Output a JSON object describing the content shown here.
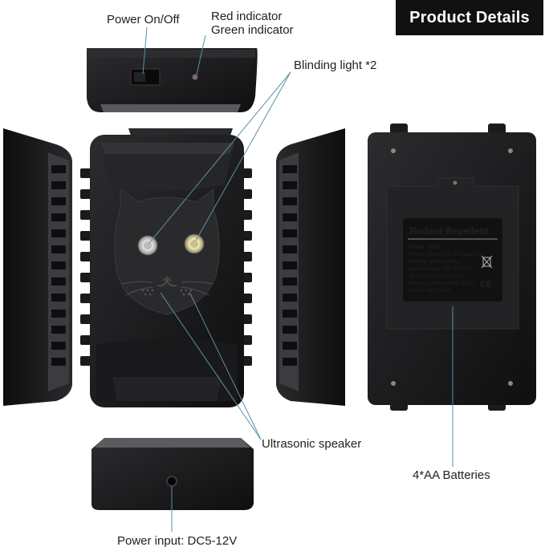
{
  "badge": "Product Details",
  "labels": {
    "power_switch": "Power On/Off",
    "red_indicator": "Red indicator",
    "green_indicator": "Green indicator",
    "blinding_light": "Blinding light *2",
    "ultrasonic_speaker": "Ultrasonic speaker",
    "batteries": "4*AA Batteries",
    "power_input": "Power input: DC5-12V"
  },
  "spec_label": {
    "title": "Rodent Repellent",
    "lines": [
      "Model: AR28",
      "Power: Battery or DC powered",
      "Battery: 4*AA Battery",
      "Input Voltage: DC 5V-12V",
      "Working Current: 5mA",
      "Power Consumption: 0.1W",
      "MADE IN CHINA"
    ],
    "ce_mark": "CE"
  },
  "colors": {
    "device_body": "#1c1c1e",
    "device_highlight": "#3a3a3d",
    "callout_line": "#5b8fa8",
    "background": "#ffffff"
  }
}
